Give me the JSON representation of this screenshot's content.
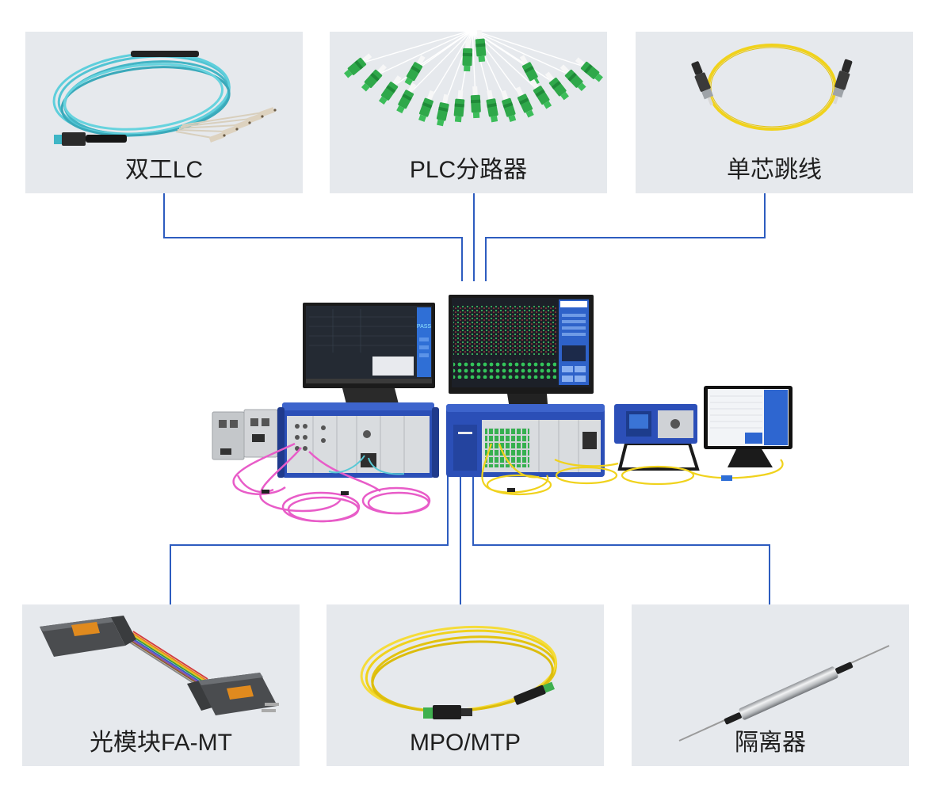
{
  "top_products": [
    {
      "label": "双工LC"
    },
    {
      "label": "PLC分路器"
    },
    {
      "label": "单芯跳线"
    }
  ],
  "bottom_products": [
    {
      "label": "光模块FA-MT"
    },
    {
      "label": "MPO/MTP"
    },
    {
      "label": "隔离器"
    }
  ],
  "center_system": {
    "monitor_status": "PASS"
  },
  "colors": {
    "card_background": "#e6e9ed",
    "connector_line": "#2d5cbf",
    "chassis_blue": "#2b4fb7",
    "duplex_lc_cable": "#52c4d3",
    "singlemode_cable": "#f0d21c",
    "sc_connector": "#2fa84a",
    "multimode_cable": "#e85cc8"
  },
  "icons": [
    "duplex-lc-cable-icon",
    "plc-splitter-icon",
    "patch-cord-icon",
    "fa-mt-module-icon",
    "mpo-mtp-cable-icon",
    "isolator-icon"
  ]
}
